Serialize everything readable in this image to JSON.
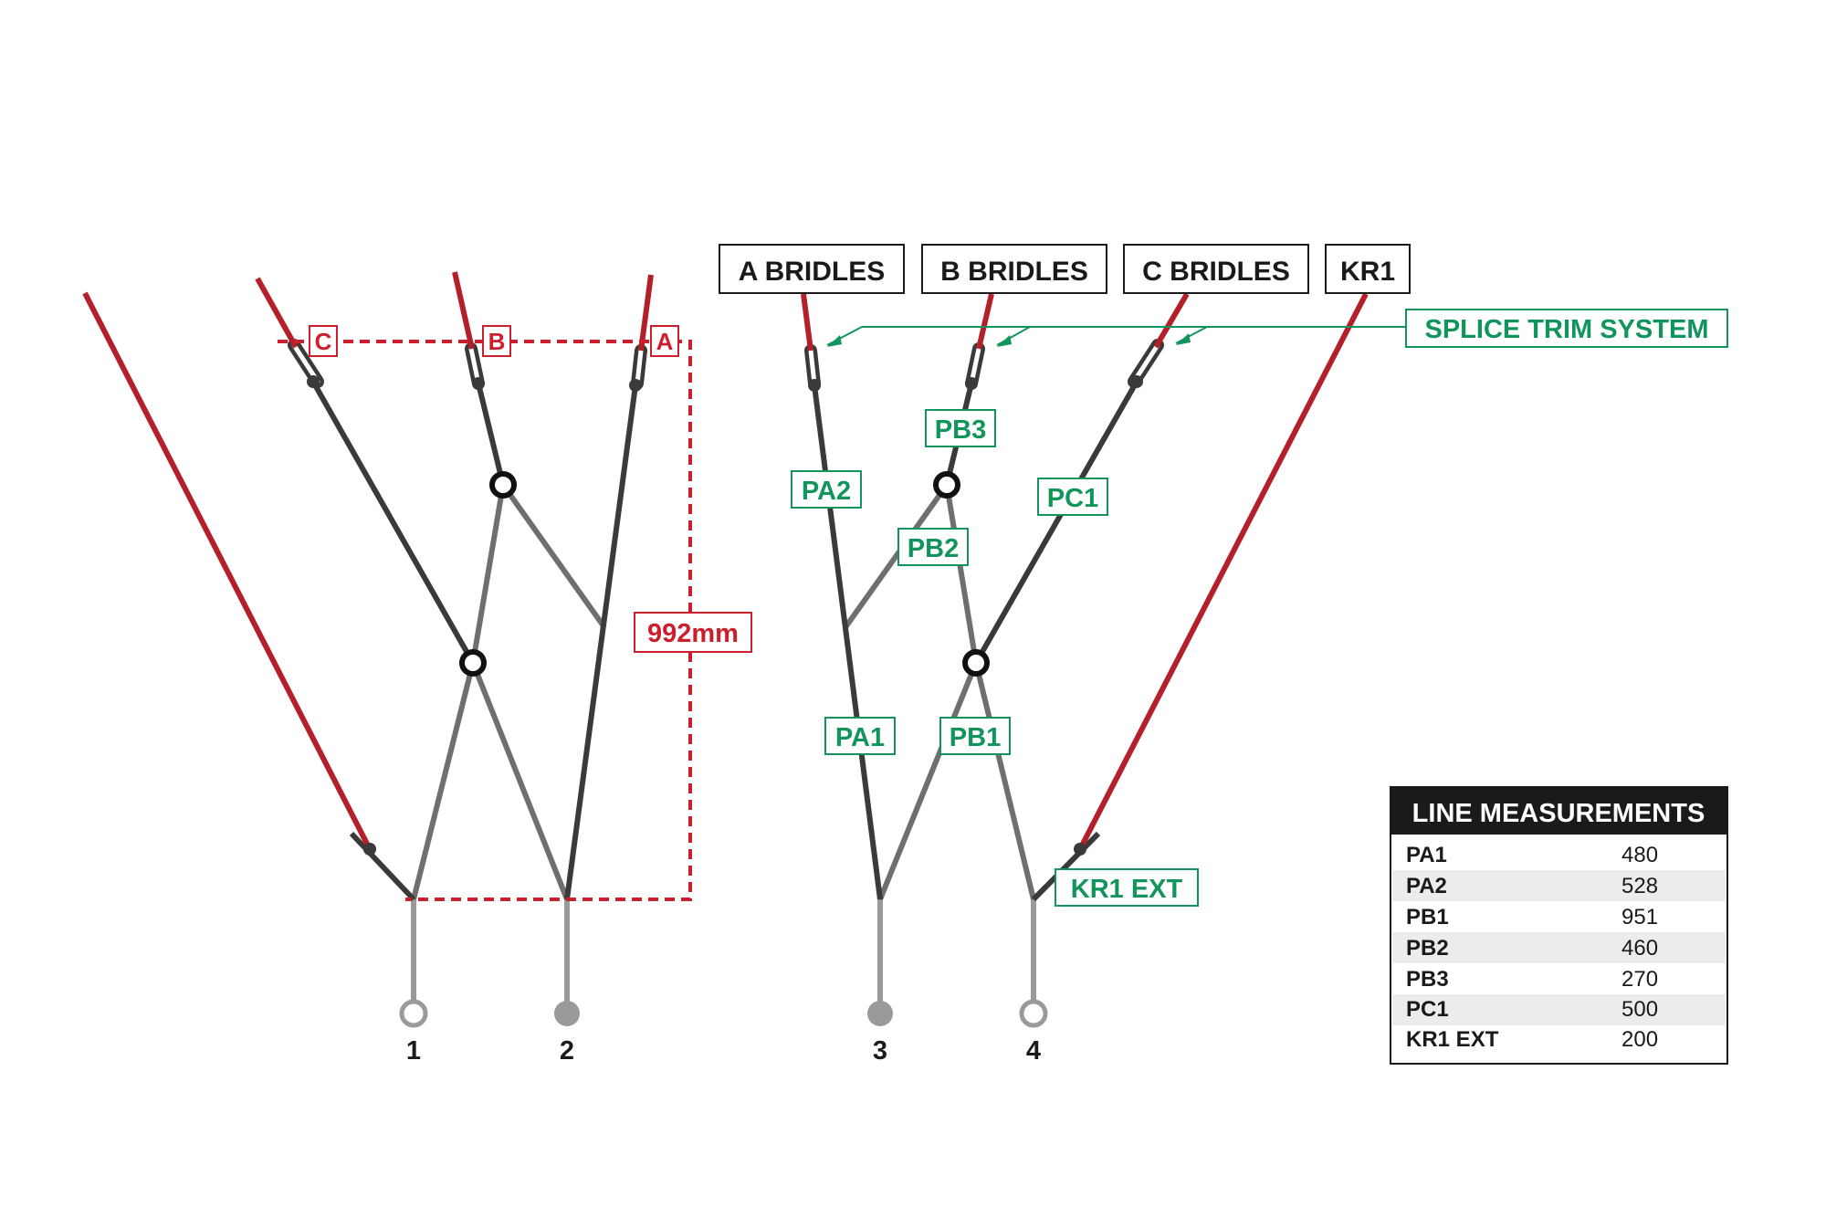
{
  "colors": {
    "bridle_red": "#b3202a",
    "line_dark": "#3a3a3a",
    "line_mid": "#6f6f6f",
    "line_light": "#9a9a9a",
    "label_green": "#11955c",
    "label_red": "#cc1f2d",
    "table_header_bg": "#1a1a1a",
    "table_stripe": "#ececec"
  },
  "left_diagram": {
    "markers": {
      "c": "C",
      "b": "B",
      "a": "A"
    },
    "dimension": "992mm",
    "lines": {
      "one": "1",
      "two": "2"
    }
  },
  "right_diagram": {
    "headers": {
      "a_bridles": "A BRIDLES",
      "b_bridles": "B BRIDLES",
      "c_bridles": "C BRIDLES",
      "kr1": "KR1"
    },
    "splice_trim": "SPLICE TRIM SYSTEM",
    "segments": {
      "pa1": "PA1",
      "pa2": "PA2",
      "pb1": "PB1",
      "pb2": "PB2",
      "pb3": "PB3",
      "pc1": "PC1",
      "kr1_ext": "KR1 EXT"
    },
    "lines": {
      "three": "3",
      "four": "4"
    }
  },
  "table": {
    "title": "LINE MEASUREMENTS",
    "rows": [
      {
        "name": "PA1",
        "value": "480"
      },
      {
        "name": "PA2",
        "value": "528"
      },
      {
        "name": "PB1",
        "value": "951"
      },
      {
        "name": "PB2",
        "value": "460"
      },
      {
        "name": "PB3",
        "value": "270"
      },
      {
        "name": "PC1",
        "value": "500"
      },
      {
        "name": "KR1 EXT",
        "value": "200"
      }
    ]
  }
}
